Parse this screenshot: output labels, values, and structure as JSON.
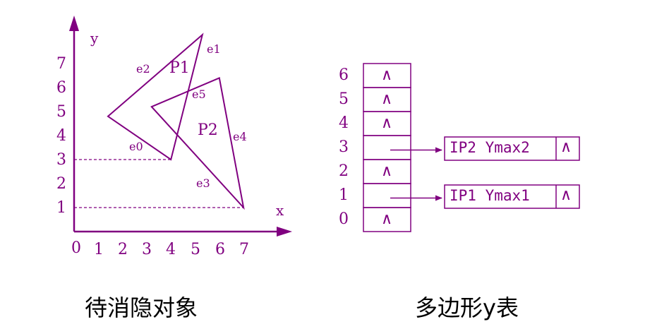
{
  "left_diagram": {
    "y_axis_label": "y",
    "x_axis_label": "x",
    "y_ticks": [
      "1",
      "2",
      "3",
      "4",
      "5",
      "6",
      "7"
    ],
    "x_ticks": [
      "0",
      "1",
      "2",
      "3",
      "4",
      "5",
      "6",
      "7"
    ],
    "polygons": [
      {
        "name": "P1",
        "vertices": [
          [
            1.4,
            4.8
          ],
          [
            5.3,
            8.2
          ],
          [
            4.0,
            3.0
          ]
        ]
      },
      {
        "name": "P2",
        "vertices": [
          [
            3.2,
            5.2
          ],
          [
            6.0,
            6.4
          ],
          [
            7.0,
            1.0
          ]
        ]
      }
    ],
    "edges": [
      "e0",
      "e1",
      "e2",
      "e3",
      "e4",
      "e5"
    ],
    "dashed_levels": [
      3,
      1
    ],
    "caption": "待消隐对象"
  },
  "right_diagram": {
    "rows": [
      "6",
      "5",
      "4",
      "3",
      "2",
      "1",
      "0"
    ],
    "cells": [
      "∧",
      "∧",
      "∧",
      "",
      "∧",
      "",
      "∧"
    ],
    "nodes": [
      {
        "row": "3",
        "text": "IP2 Ymax2",
        "end": "∧"
      },
      {
        "row": "1",
        "text": "IP1 Ymax1",
        "end": "∧"
      }
    ],
    "caption": "多边形y表"
  },
  "colors": {
    "stroke": "#800080",
    "caption": "#000000"
  }
}
